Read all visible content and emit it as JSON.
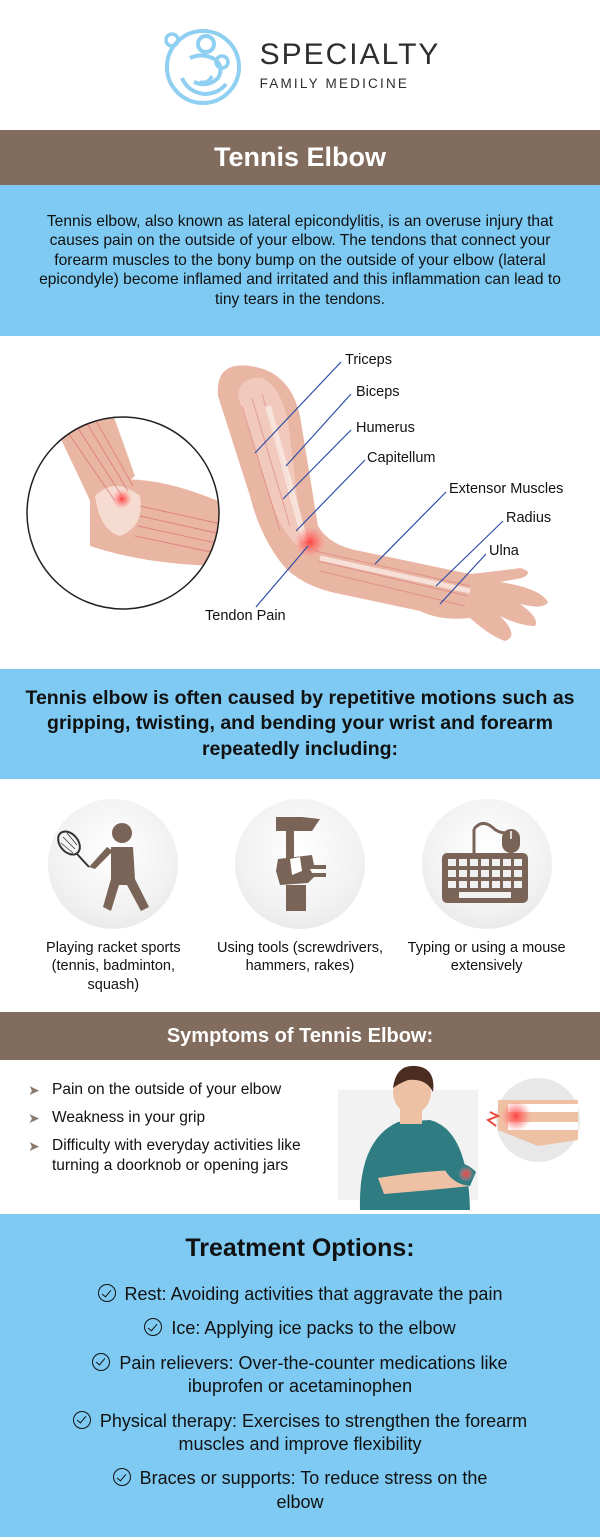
{
  "brand": {
    "name": "SPECIALTY",
    "subtitle": "FAMILY MEDICINE",
    "logo_icon": "family-circle-logo-icon",
    "logo_color": "#8fd0f2"
  },
  "title": "Tennis Elbow",
  "intro": "Tennis elbow, also known as lateral epicondylitis, is an overuse injury that causes pain on the outside of your elbow. The tendons that connect your forearm muscles to the bony bump on the outside of your elbow (lateral epicondyle) become inflamed and irritated and this inflammation can lead to tiny tears in the tendons.",
  "anatomy": {
    "labels": {
      "triceps": "Triceps",
      "biceps": "Biceps",
      "humerus": "Humerus",
      "capitellum": "Capitellum",
      "extensor": "Extensor Muscles",
      "radius": "Radius",
      "ulna": "Ulna",
      "tendon_pain": "Tendon Pain"
    }
  },
  "cause": "Tennis elbow is often caused by repetitive motions such as gripping, twisting, and bending your wrist and forearm repeatedly including:",
  "activities": [
    {
      "icon": "tennis-player-icon",
      "label": "Playing racket sports (tennis, badminton, squash)"
    },
    {
      "icon": "hammer-tools-icon",
      "label": "Using tools (screwdrivers, hammers, rakes)"
    },
    {
      "icon": "keyboard-mouse-icon",
      "label": "Typing or using a mouse extensively"
    }
  ],
  "symptoms": {
    "heading": "Symptoms of Tennis Elbow:",
    "items": [
      "Pain on the outside of your elbow",
      "Weakness in your grip",
      "Difficulty with everyday activities like turning a doorknob or opening jars"
    ]
  },
  "treatment": {
    "heading": "Treatment Options:",
    "items": [
      "Rest: Avoiding activities that aggravate the pain",
      "Ice: Applying ice packs to the elbow",
      "Pain relievers: Over-the-counter medications like ibuprofen or acetaminophen",
      "Physical therapy: Exercises to strengthen the forearm muscles and improve flexibility",
      "Braces or supports: To reduce stress on the elbow"
    ]
  },
  "colors": {
    "brown": "#826c5d",
    "blue": "#7ecaf2",
    "icon_brown": "#7a6457",
    "skin": "#eab6a4",
    "pain_red": "#e8483b"
  }
}
